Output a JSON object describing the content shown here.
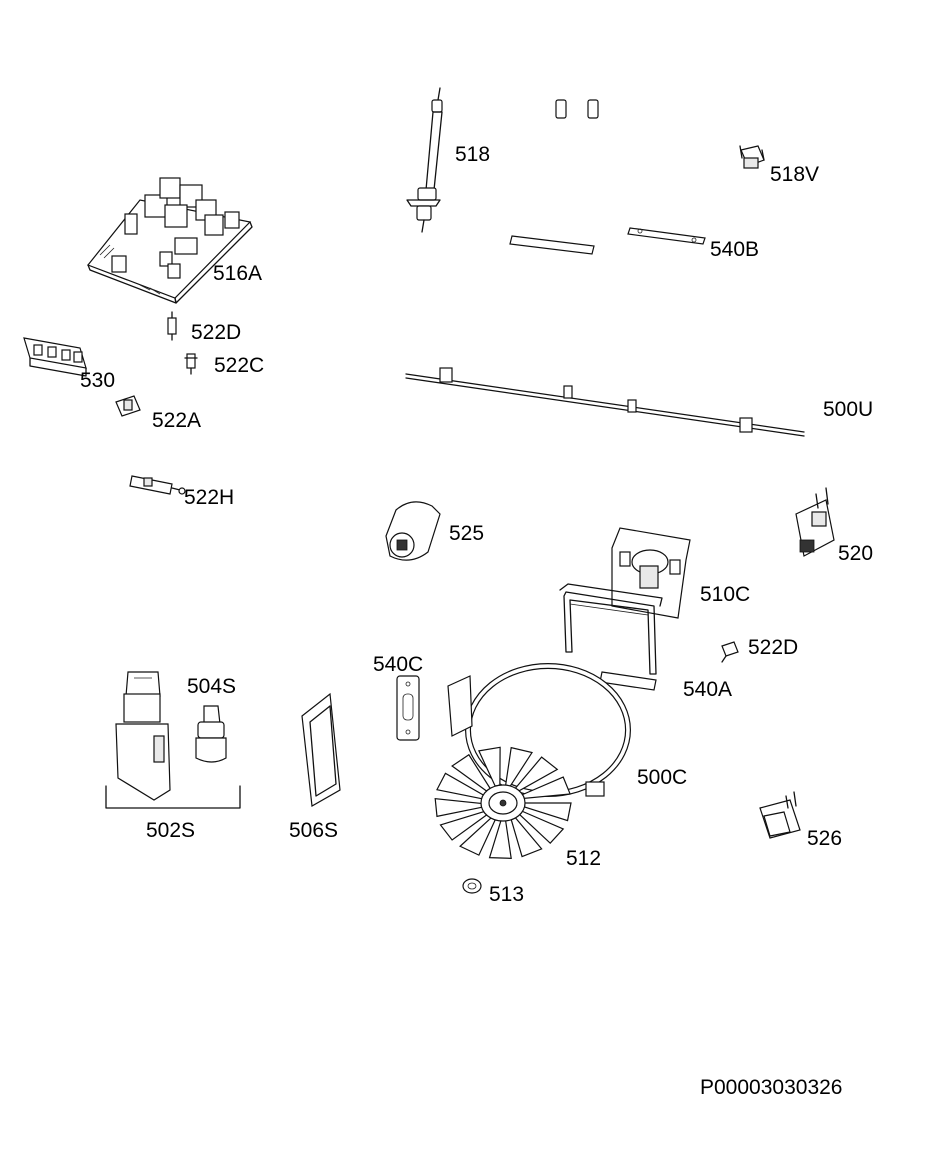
{
  "labels": {
    "p518": "518",
    "p518V": "518V",
    "p540B": "540B",
    "p516A": "516A",
    "p522D_top": "522D",
    "p522C": "522C",
    "p530": "530",
    "p522A": "522A",
    "p500U": "500U",
    "p522H": "522H",
    "p525": "525",
    "p520": "520",
    "p510C": "510C",
    "p522D_bottom": "522D",
    "p540C": "540C",
    "p504S": "504S",
    "p540A": "540A",
    "p500C": "500C",
    "p502S": "502S",
    "p506S": "506S",
    "p526": "526",
    "p512": "512",
    "p513": "513"
  },
  "drawing_number": "P00003030326"
}
